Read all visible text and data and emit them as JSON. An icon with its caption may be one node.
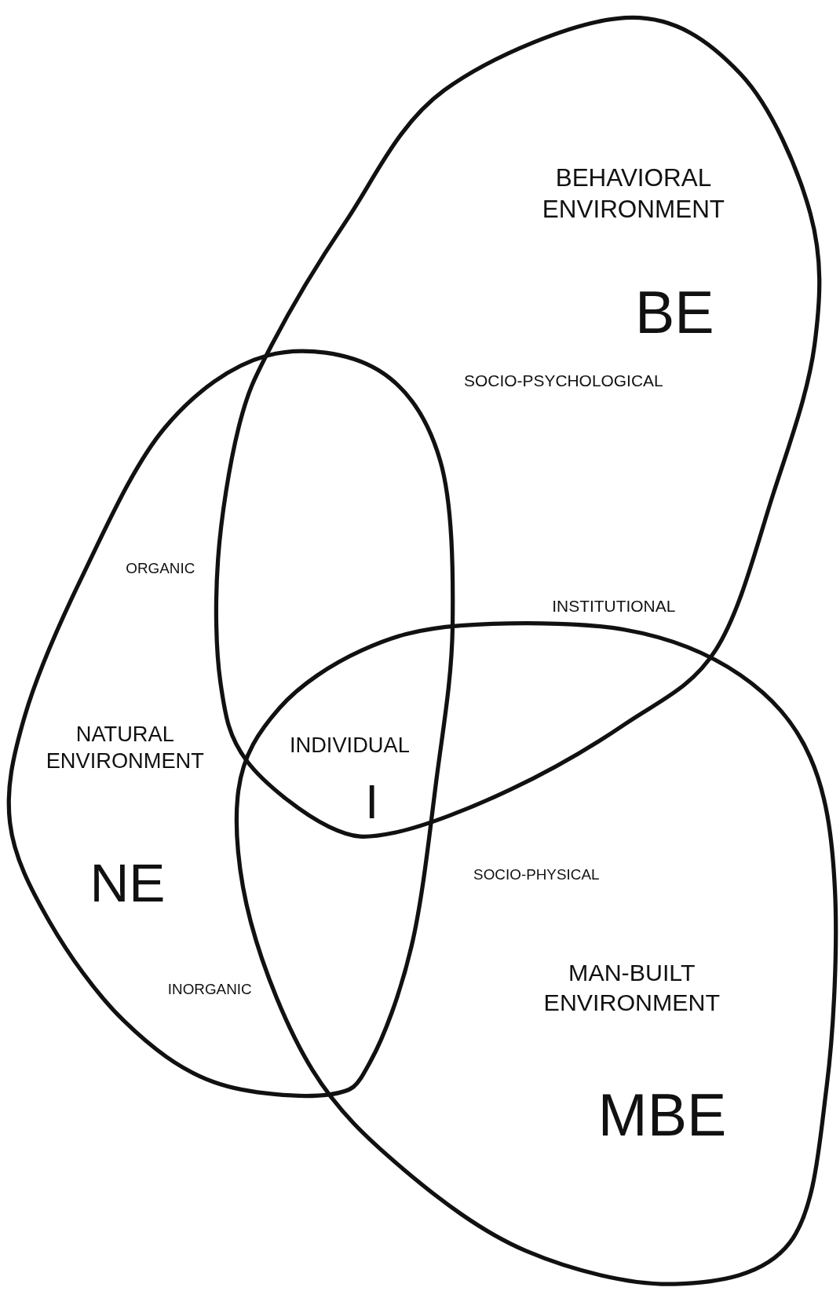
{
  "diagram": {
    "nodes": [
      {
        "text": [
          "BEHAVIORAL ENVIRONMENT",
          "BE"
        ]
      },
      {
        "text": [
          "NATURAL ENVIRONMENT",
          "NE"
        ]
      },
      {
        "text": [
          "MAN-BUILT ENVIRONMENT",
          "MBE"
        ]
      }
    ],
    "labels": [
      "SOCIO-PSYCHOLOGICAL",
      "ORGANIC",
      "INSTITUTIONAL",
      "INDIVIDUAL",
      "I",
      "SOCIO-PHYSICAL",
      "INORGANIC"
    ]
  }
}
